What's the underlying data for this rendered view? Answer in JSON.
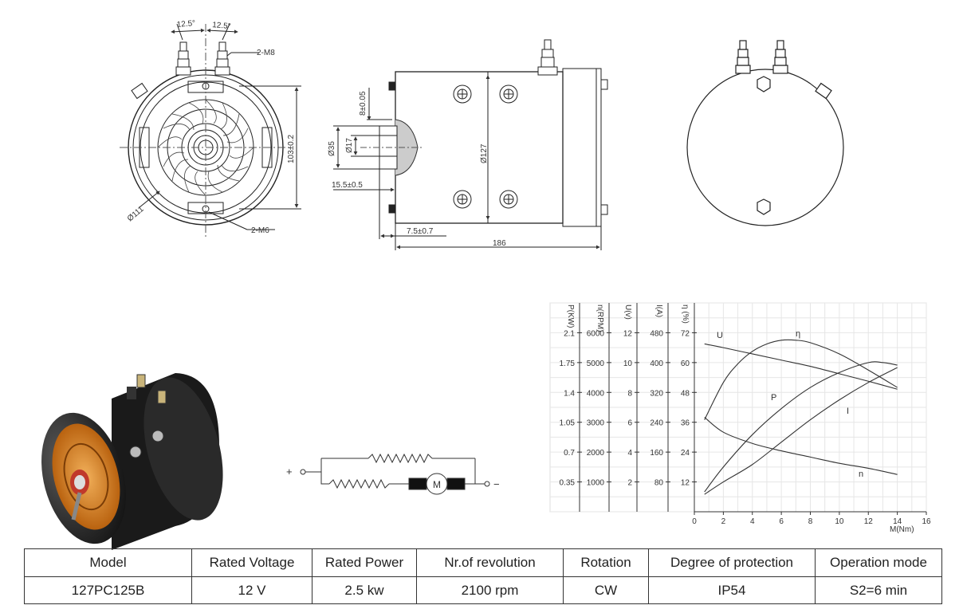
{
  "front_view": {
    "angle_left": "12.5°",
    "angle_right": "12.5°",
    "thread_top": "2-M8",
    "thread_bottom": "2-M6",
    "height_dim": "103±0.2",
    "diameter": "Ø111"
  },
  "side_view": {
    "shaft_offset": "8±0.05",
    "flange_dia": "Ø35",
    "shaft_dia": "Ø17",
    "shaft_length": "15.5±0.5",
    "body_dia": "Ø127",
    "flange_len": "7.5±0.7",
    "total_length": "186"
  },
  "schematic": {
    "plus": "+",
    "minus": "−",
    "motor_label": "M"
  },
  "chart_data": {
    "type": "line",
    "xlabel": "M(Nm)",
    "x_ticks": [
      0,
      2,
      4,
      6,
      8,
      10,
      12,
      14,
      16
    ],
    "axes": [
      {
        "label": "P(KW)",
        "ticks": [
          "2.1",
          "1.75",
          "1.4",
          "1.05",
          "0.7",
          "0.35"
        ]
      },
      {
        "label": "n(RPM)",
        "ticks": [
          "6000",
          "5000",
          "4000",
          "3000",
          "2000",
          "1000"
        ]
      },
      {
        "label": "U(v)",
        "ticks": [
          "12",
          "10",
          "8",
          "6",
          "4",
          "2"
        ]
      },
      {
        "label": "I(A)",
        "ticks": [
          "480",
          "400",
          "320",
          "240",
          "160",
          "80"
        ]
      },
      {
        "label": "η (%)",
        "ticks": [
          "72",
          "60",
          "48",
          "36",
          "24",
          "12"
        ]
      }
    ],
    "series": [
      {
        "name": "U",
        "x": [
          0.7,
          2,
          4,
          6,
          8,
          10,
          12,
          14
        ],
        "y": [
          67.5,
          66,
          63.5,
          61,
          58.5,
          55.5,
          52.5,
          49.3
        ]
      },
      {
        "name": "η",
        "x": [
          0.7,
          2,
          3,
          4,
          5,
          6,
          7,
          8,
          10,
          12,
          14
        ],
        "y": [
          37,
          52,
          59.5,
          64.5,
          67.5,
          69,
          69,
          68,
          63.5,
          57,
          50
        ]
      },
      {
        "name": "P",
        "x": [
          0.7,
          2,
          4,
          6,
          8,
          10,
          12,
          13,
          14
        ],
        "y": [
          8,
          18,
          31,
          41.5,
          50,
          56,
          60,
          60,
          59
        ]
      },
      {
        "name": "I",
        "x": [
          0.7,
          2,
          4,
          6,
          8,
          10,
          12,
          14
        ],
        "y": [
          7,
          12,
          19,
          28,
          37,
          45,
          52,
          58
        ]
      },
      {
        "name": "n",
        "x": [
          0.7,
          2,
          4,
          6,
          8,
          10,
          12,
          14
        ],
        "y": [
          38,
          32,
          27.5,
          24.5,
          22,
          19.5,
          17.5,
          15
        ]
      }
    ],
    "xlim": [
      0,
      16
    ],
    "ylim": [
      0,
      84
    ],
    "grid": true
  },
  "table": {
    "headers": [
      "Model",
      "Rated Voltage",
      "Rated Power",
      "Nr.of revolution",
      "Rotation",
      "Degree of protection",
      "Operation mode"
    ],
    "values": [
      "127PC125B",
      "12 V",
      "2.5 kw",
      "2100 rpm",
      "CW",
      "IP54",
      "S2=6 min"
    ]
  }
}
